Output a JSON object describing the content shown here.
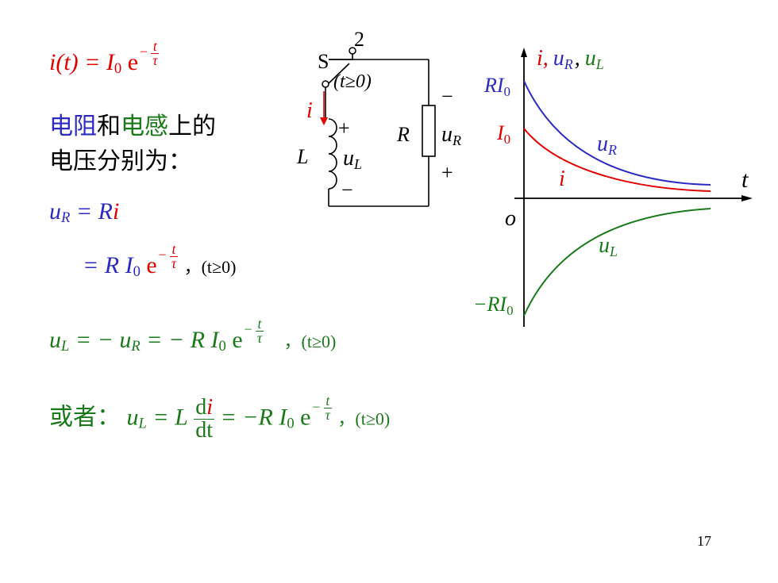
{
  "formula_i": {
    "lhs": "i(t) = I",
    "sub": "0",
    "e": "e",
    "exp_sign": "−",
    "exp_num": "t",
    "exp_den": "τ"
  },
  "heading": {
    "word1": "电阻",
    "word2": "和",
    "word3": "电感",
    "word4": "上的",
    "line2": "电压分别为："
  },
  "ur_eq": {
    "lhs_var": "u",
    "lhs_sub": "R",
    "rhs_R": "= R",
    "rhs_i": "i"
  },
  "ur_eq2": {
    "text": "= R I",
    "sub": "0",
    "e": "e",
    "exp_sign": "−",
    "exp_num": "t",
    "exp_den": "τ",
    "cond": "，(t≥0)"
  },
  "ul_eq": {
    "u": "u",
    "sub_L": "L",
    "mid": "= − u",
    "sub_R": "R",
    "rest": "= − R I",
    "sub0": "0",
    "e": "e",
    "exp_sign": "−",
    "exp_num": "t",
    "exp_den": "τ",
    "cond": "，(t≥0)"
  },
  "or_eq": {
    "prefix": "或者：",
    "u": "u",
    "sub_L": "L",
    "eq": "= L",
    "dnum_d": "d",
    "dnum_i": "i",
    "dden": "dt",
    "rest": "= −R I",
    "sub0": "0",
    "e": "e",
    "exp_sign": "−",
    "exp_num": "t",
    "exp_den": "τ",
    "cond": "，(t≥0)"
  },
  "circuit": {
    "switch_label": "S",
    "terminal": "2",
    "switch_cond": "(t≥0)",
    "current": "i",
    "inductor": "L",
    "u_L": "u",
    "u_L_sub": "L",
    "resistor": "R",
    "u_R": "u",
    "u_R_sub": "R",
    "plus": "+",
    "minus": "−"
  },
  "graph": {
    "y_title_i": "i,",
    "y_title_u": "u",
    "y_title_R": "R",
    "y_title_L": "L",
    "x_label": "t",
    "origin": "o",
    "RI0": "RI",
    "I0": "I",
    "negRI0": "−RI",
    "zero": "0",
    "curve_uR": "u",
    "curve_uR_sub": "R",
    "curve_i": "i",
    "curve_uL": "u",
    "curve_uL_sub": "L"
  },
  "colors": {
    "red": "#e00000",
    "blue": "#2b2bc4",
    "green": "#1a7a1a"
  },
  "page_number": "17"
}
